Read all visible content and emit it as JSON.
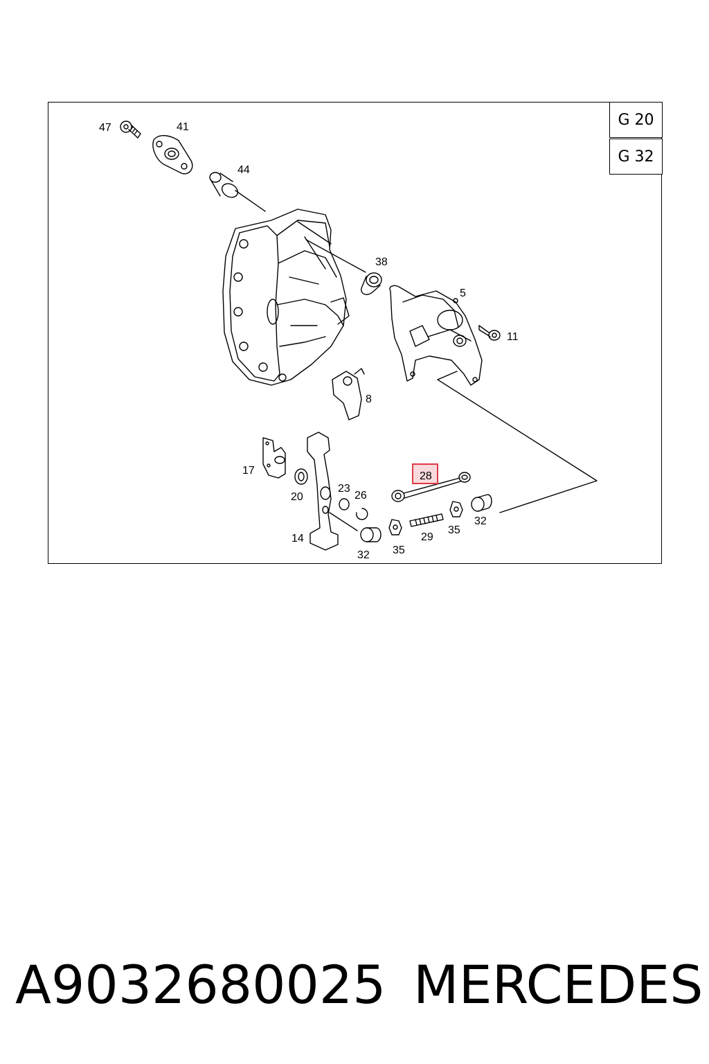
{
  "group_codes": [
    "G 20",
    "G 32"
  ],
  "highlighted_callout": "28",
  "highlight_color": "#e03a48",
  "highlight_fill": "#f8d9dc",
  "callouts": {
    "c47": "47",
    "c41": "41",
    "c44": "44",
    "c38": "38",
    "c5": "5",
    "c11": "11",
    "c8": "8",
    "c17": "17",
    "c20": "20",
    "c23": "23",
    "c26": "26",
    "c14": "14",
    "c32a": "32",
    "c35a": "35",
    "c29": "29",
    "c35b": "35",
    "c32b": "32"
  },
  "footer": {
    "part_number": "A9032680025",
    "brand": "MERCEDES"
  }
}
